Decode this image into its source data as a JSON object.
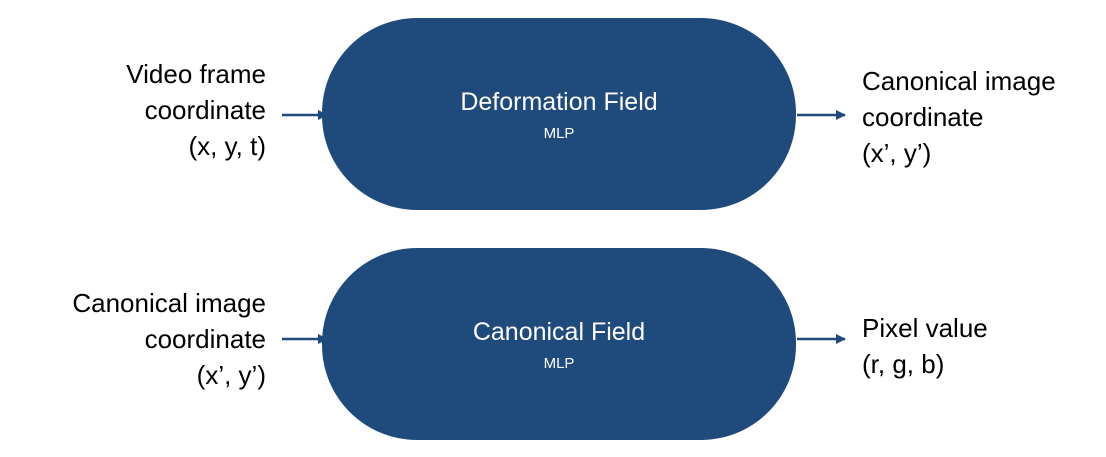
{
  "blocks": [
    {
      "title": "Deformation Field",
      "subtitle": "MLP",
      "input_lines": [
        "Video frame",
        "coordinate",
        "(x, y, t)"
      ],
      "output_lines": [
        "Canonical image",
        "coordinate",
        "(x’, y’)"
      ]
    },
    {
      "title": "Canonical Field",
      "subtitle": "MLP",
      "input_lines": [
        "Canonical image",
        "coordinate",
        "(x’, y’)"
      ],
      "output_lines": [
        "Pixel value",
        "(r, g, b)"
      ]
    }
  ],
  "colors": {
    "block_fill": "#1f4a7c",
    "arrow": "#1f4a7c",
    "block_text": "#ffffff"
  }
}
